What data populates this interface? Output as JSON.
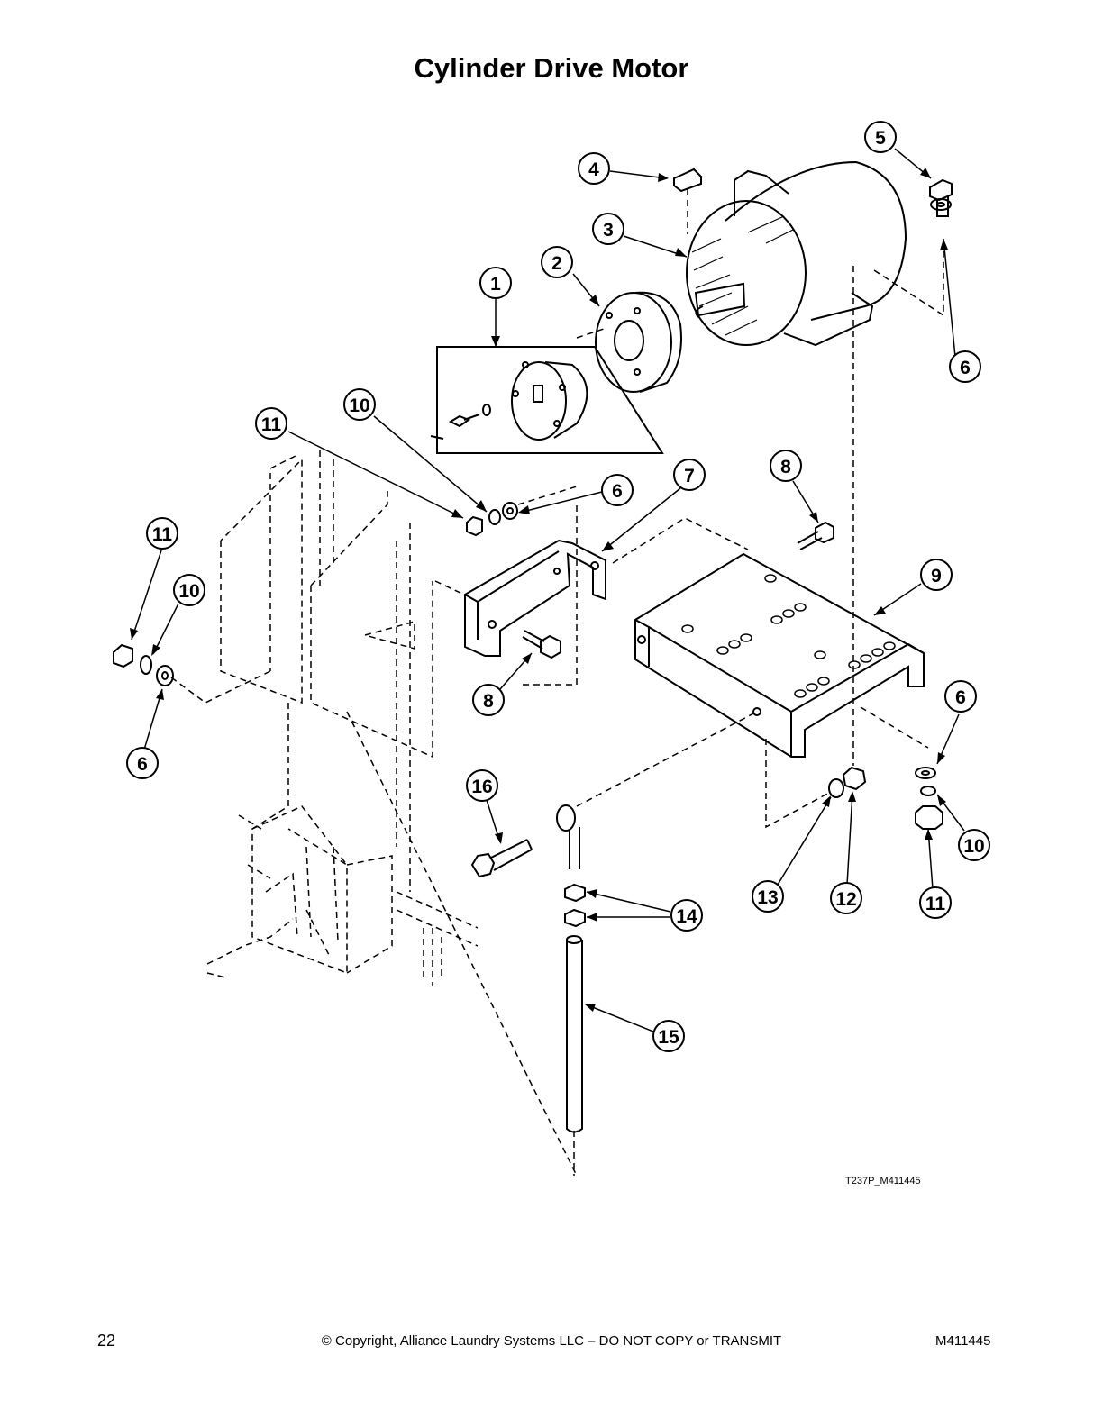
{
  "page": {
    "title": "Cylinder Drive Motor",
    "figure_code": "T237P_M411445",
    "page_number": "22",
    "copyright": "© Copyright, Alliance Laundry Systems LLC – DO NOT COPY or TRANSMIT",
    "document_number": "M411445"
  },
  "callouts": [
    "1",
    "2",
    "3",
    "4",
    "5",
    "6",
    "6",
    "7",
    "8",
    "8",
    "9",
    "10",
    "10",
    "10",
    "11",
    "11",
    "11",
    "6",
    "6",
    "12",
    "13",
    "14",
    "15",
    "16"
  ]
}
